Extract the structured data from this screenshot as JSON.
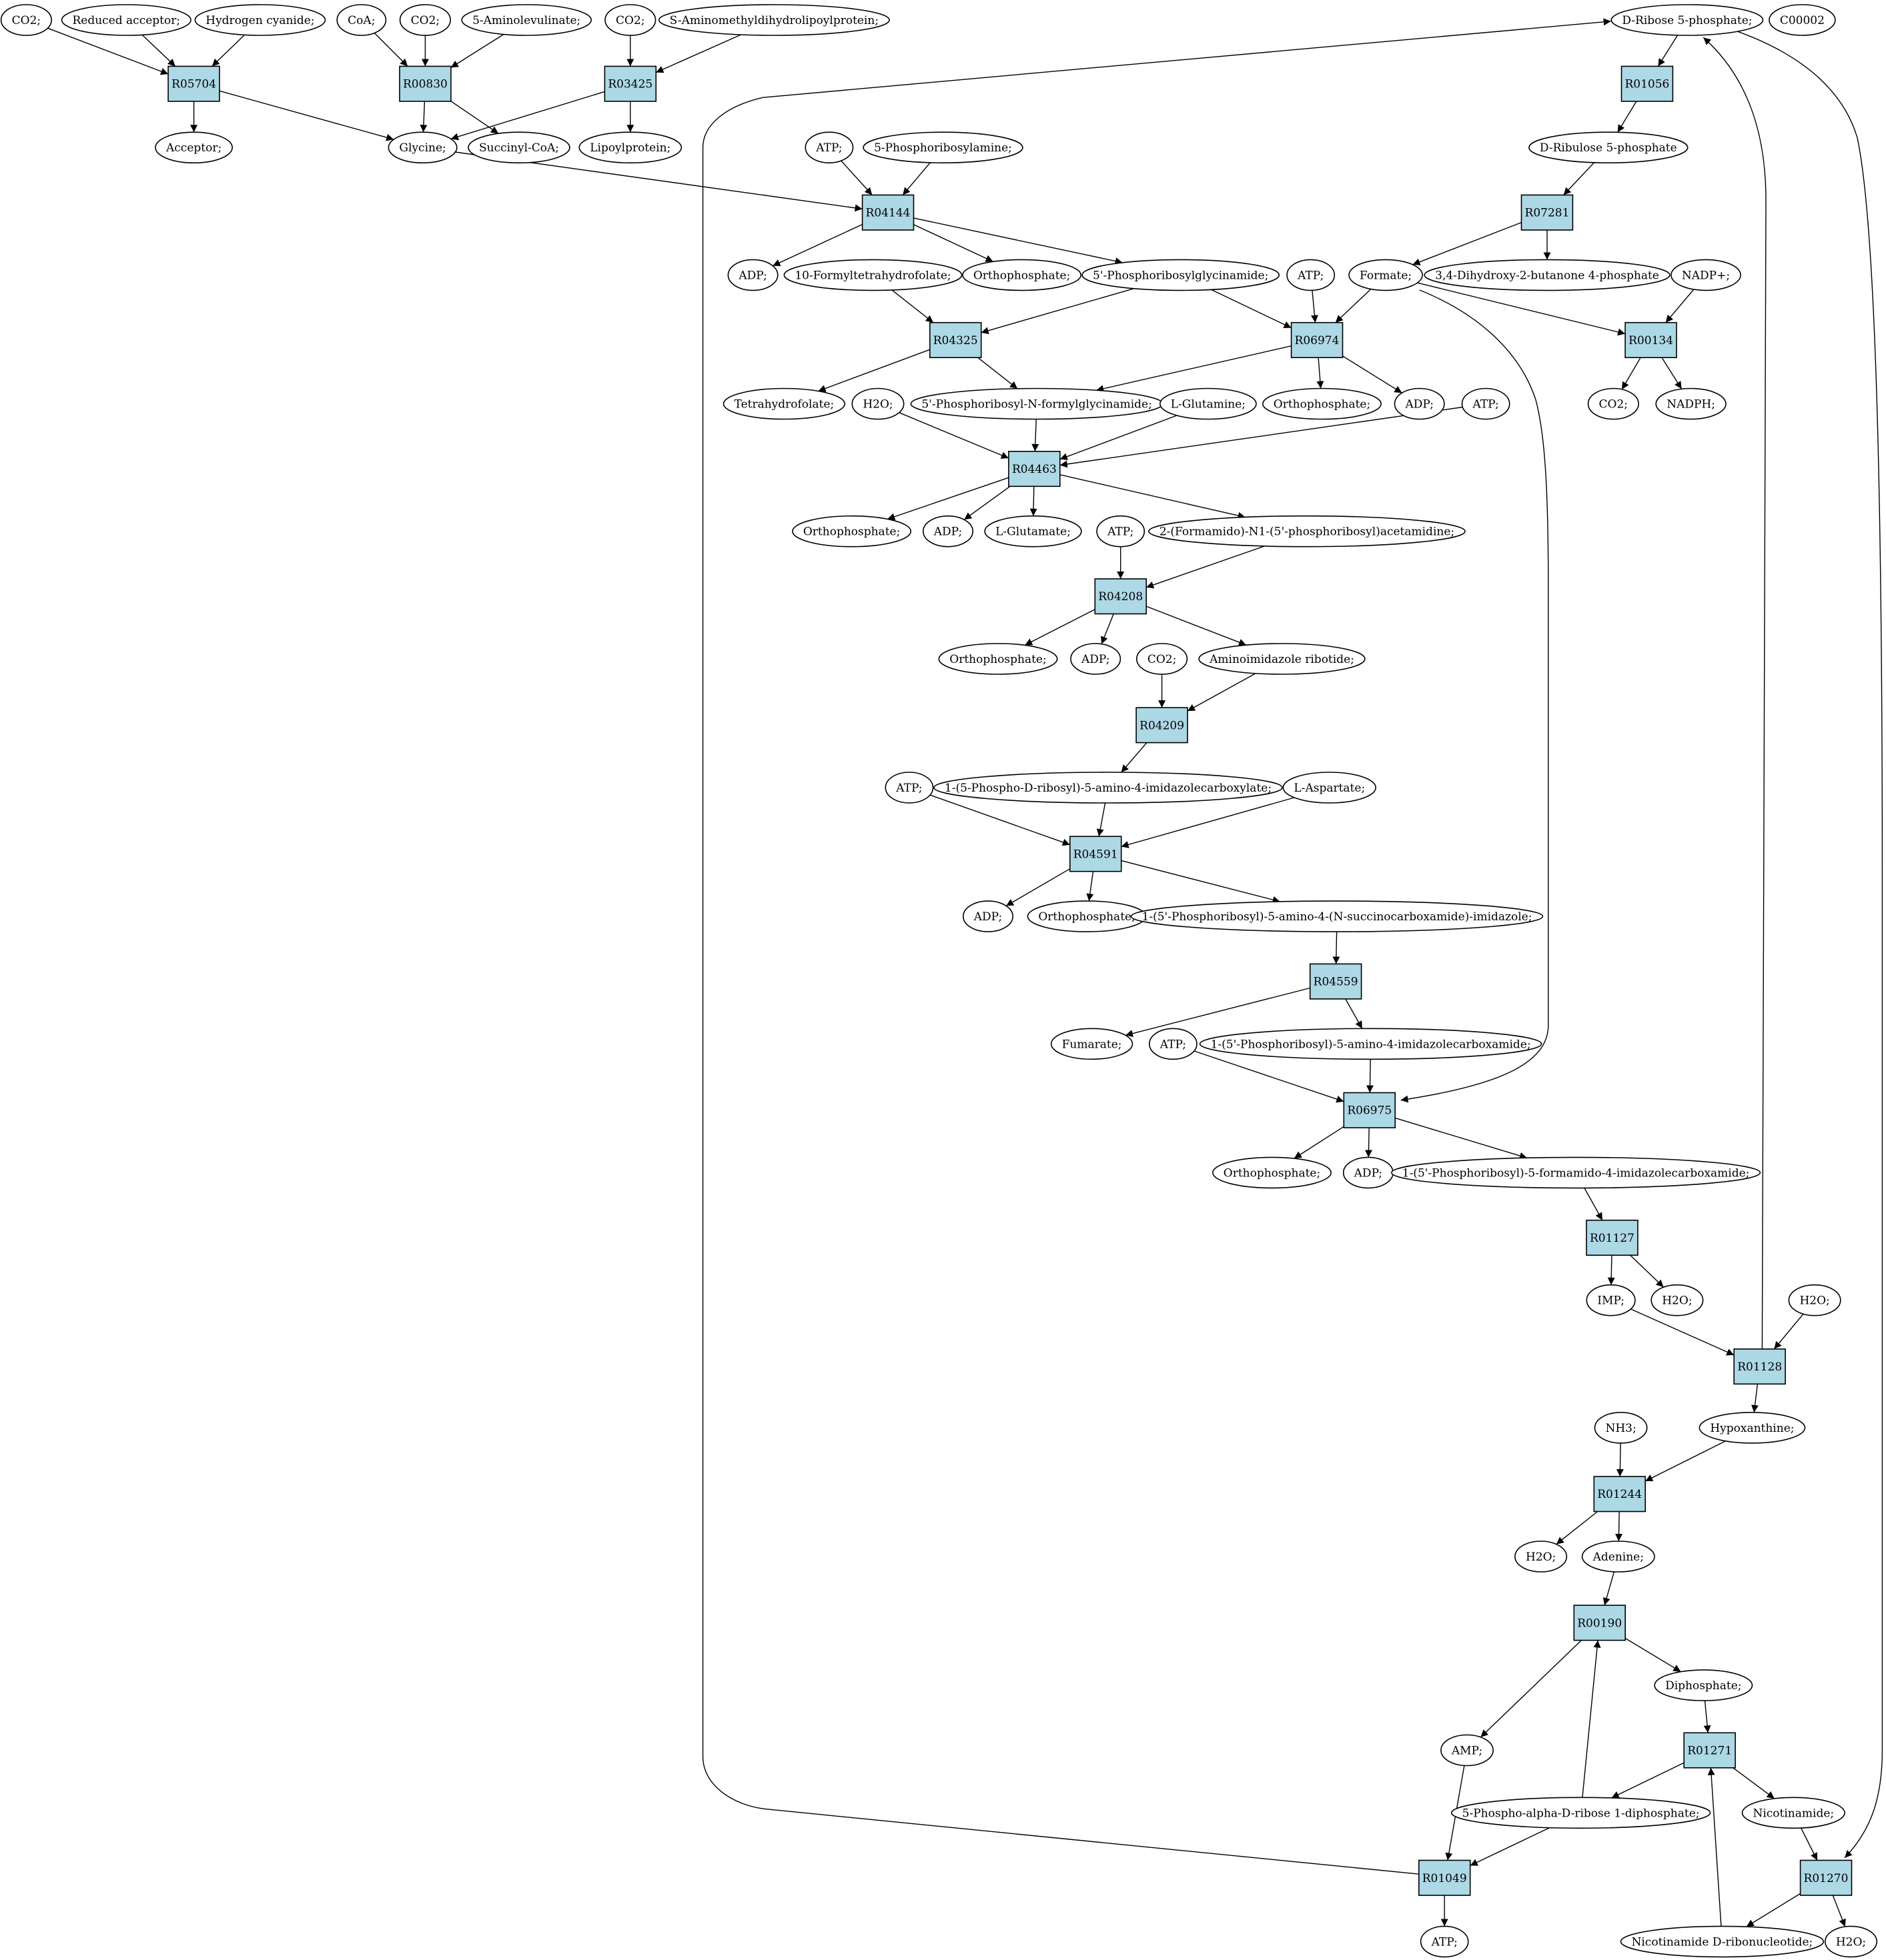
{
  "colors": {
    "background": "#ffffff",
    "reaction_fill": "#add8e6",
    "compound_fill": "#ffffff",
    "highlight_green": "#00ff00",
    "highlight_yellow": "#ffff00",
    "stroke": "#000000"
  },
  "nodes": [
    {
      "id": "R05704",
      "kind": "reaction",
      "label": "R05704"
    },
    {
      "id": "R00830",
      "kind": "reaction",
      "label": "R00830"
    },
    {
      "id": "R03425",
      "kind": "reaction",
      "label": "R03425"
    },
    {
      "id": "R01056",
      "kind": "reaction",
      "label": "R01056"
    },
    {
      "id": "R04144",
      "kind": "reaction",
      "label": "R04144"
    },
    {
      "id": "R07281",
      "kind": "reaction",
      "label": "R07281"
    },
    {
      "id": "R04325",
      "kind": "reaction",
      "label": "R04325"
    },
    {
      "id": "R06974",
      "kind": "reaction",
      "label": "R06974"
    },
    {
      "id": "R00134",
      "kind": "reaction",
      "label": "R00134"
    },
    {
      "id": "R04463",
      "kind": "reaction",
      "label": "R04463"
    },
    {
      "id": "R04208",
      "kind": "reaction",
      "label": "R04208"
    },
    {
      "id": "R04209",
      "kind": "reaction",
      "label": "R04209"
    },
    {
      "id": "R04591",
      "kind": "reaction",
      "label": "R04591"
    },
    {
      "id": "R04559",
      "kind": "reaction",
      "label": "R04559"
    },
    {
      "id": "R06975",
      "kind": "reaction",
      "label": "R06975"
    },
    {
      "id": "R01127",
      "kind": "reaction",
      "label": "R01127"
    },
    {
      "id": "R01128",
      "kind": "reaction",
      "label": "R01128"
    },
    {
      "id": "R01244",
      "kind": "reaction",
      "label": "R01244"
    },
    {
      "id": "R00190",
      "kind": "reaction",
      "label": "R00190"
    },
    {
      "id": "R01271",
      "kind": "reaction",
      "label": "R01271"
    },
    {
      "id": "R01049",
      "kind": "reaction",
      "label": "R01049"
    },
    {
      "id": "R01270",
      "kind": "reaction",
      "label": "R01270"
    },
    {
      "id": "c_co2_a",
      "kind": "compound",
      "label": "CO2;"
    },
    {
      "id": "c_redacc",
      "kind": "compound",
      "label": "Reduced acceptor;"
    },
    {
      "id": "c_hcn",
      "kind": "compound",
      "label": "Hydrogen cyanide;"
    },
    {
      "id": "c_coa",
      "kind": "compound",
      "label": "CoA;"
    },
    {
      "id": "c_co2_b",
      "kind": "compound",
      "label": "CO2;"
    },
    {
      "id": "c_ala",
      "kind": "compound",
      "label": "5-Aminolevulinate;"
    },
    {
      "id": "c_co2_c",
      "kind": "compound",
      "label": "CO2;"
    },
    {
      "id": "c_samdlp",
      "kind": "compound",
      "label": "S-Aminomethyldihydrolipoylprotein;"
    },
    {
      "id": "c_dr5p",
      "kind": "compound",
      "label": "D-Ribose 5-phosphate;",
      "fill": "highlight_green"
    },
    {
      "id": "c_c00002",
      "kind": "compound",
      "label": "C00002",
      "fill": "highlight_yellow"
    },
    {
      "id": "c_acceptor",
      "kind": "compound",
      "label": "Acceptor;"
    },
    {
      "id": "c_glycine",
      "kind": "compound",
      "label": "Glycine;"
    },
    {
      "id": "c_succoa",
      "kind": "compound",
      "label": "Succinyl-CoA;"
    },
    {
      "id": "c_lipoprot",
      "kind": "compound",
      "label": "Lipoylprotein;"
    },
    {
      "id": "c_atp_1",
      "kind": "compound",
      "label": "ATP;"
    },
    {
      "id": "c_5pra",
      "kind": "compound",
      "label": "5-Phosphoribosylamine;"
    },
    {
      "id": "c_dru5p",
      "kind": "compound",
      "label": "D-Ribulose 5-phosphate"
    },
    {
      "id": "c_adp_1",
      "kind": "compound",
      "label": "ADP;"
    },
    {
      "id": "c_10fthf",
      "kind": "compound",
      "label": "10-Formyltetrahydrofolate;"
    },
    {
      "id": "c_pi_1",
      "kind": "compound",
      "label": "Orthophosphate;"
    },
    {
      "id": "c_gar",
      "kind": "compound",
      "label": "5'-Phosphoribosylglycinamide;"
    },
    {
      "id": "c_atp_2",
      "kind": "compound",
      "label": "ATP;"
    },
    {
      "id": "c_formate",
      "kind": "compound",
      "label": "Formate;"
    },
    {
      "id": "c_dhbp",
      "kind": "compound",
      "label": "3,4-Dihydroxy-2-butanone 4-phosphate"
    },
    {
      "id": "c_nadp",
      "kind": "compound",
      "label": "NADP+;"
    },
    {
      "id": "c_thf",
      "kind": "compound",
      "label": "Tetrahydrofolate;"
    },
    {
      "id": "c_h2o_1",
      "kind": "compound",
      "label": "H2O;"
    },
    {
      "id": "c_fgar",
      "kind": "compound",
      "label": "5'-Phosphoribosyl-N-formylglycinamide;"
    },
    {
      "id": "c_gln",
      "kind": "compound",
      "label": "L-Glutamine;"
    },
    {
      "id": "c_pi_2",
      "kind": "compound",
      "label": "Orthophosphate;"
    },
    {
      "id": "c_adp_2",
      "kind": "compound",
      "label": "ADP;"
    },
    {
      "id": "c_atp_3",
      "kind": "compound",
      "label": "ATP;"
    },
    {
      "id": "c_co2_d",
      "kind": "compound",
      "label": "CO2;"
    },
    {
      "id": "c_nadph",
      "kind": "compound",
      "label": "NADPH;"
    },
    {
      "id": "c_pi_3",
      "kind": "compound",
      "label": "Orthophosphate;"
    },
    {
      "id": "c_adp_3",
      "kind": "compound",
      "label": "ADP;"
    },
    {
      "id": "c_glu",
      "kind": "compound",
      "label": "L-Glutamate;"
    },
    {
      "id": "c_atp_4",
      "kind": "compound",
      "label": "ATP;"
    },
    {
      "id": "c_fgam",
      "kind": "compound",
      "label": "2-(Formamido)-N1-(5'-phosphoribosyl)acetamidine;"
    },
    {
      "id": "c_pi_4",
      "kind": "compound",
      "label": "Orthophosphate;"
    },
    {
      "id": "c_adp_4",
      "kind": "compound",
      "label": "ADP;"
    },
    {
      "id": "c_co2_e",
      "kind": "compound",
      "label": "CO2;"
    },
    {
      "id": "c_air",
      "kind": "compound",
      "label": "Aminoimidazole ribotide;"
    },
    {
      "id": "c_atp_5",
      "kind": "compound",
      "label": "ATP;"
    },
    {
      "id": "c_cair",
      "kind": "compound",
      "label": "1-(5-Phospho-D-ribosyl)-5-amino-4-imidazolecarboxylate;"
    },
    {
      "id": "c_asp",
      "kind": "compound",
      "label": "L-Aspartate;"
    },
    {
      "id": "c_adp_5",
      "kind": "compound",
      "label": "ADP;"
    },
    {
      "id": "c_pi_5",
      "kind": "compound",
      "label": "Orthophosphate;"
    },
    {
      "id": "c_saicar",
      "kind": "compound",
      "label": "1-(5'-Phosphoribosyl)-5-amino-4-(N-succinocarboxamide)-imidazole;"
    },
    {
      "id": "c_fum",
      "kind": "compound",
      "label": "Fumarate;"
    },
    {
      "id": "c_atp_6",
      "kind": "compound",
      "label": "ATP;"
    },
    {
      "id": "c_aicar",
      "kind": "compound",
      "label": "1-(5'-Phosphoribosyl)-5-amino-4-imidazolecarboxamide;"
    },
    {
      "id": "c_pi_6",
      "kind": "compound",
      "label": "Orthophosphate;"
    },
    {
      "id": "c_adp_6",
      "kind": "compound",
      "label": "ADP;"
    },
    {
      "id": "c_faicar",
      "kind": "compound",
      "label": "1-(5'-Phosphoribosyl)-5-formamido-4-imidazolecarboxamide;"
    },
    {
      "id": "c_imp",
      "kind": "compound",
      "label": "IMP;"
    },
    {
      "id": "c_h2o_2",
      "kind": "compound",
      "label": "H2O;"
    },
    {
      "id": "c_h2o_3",
      "kind": "compound",
      "label": "H2O;"
    },
    {
      "id": "c_nh3",
      "kind": "compound",
      "label": "NH3;"
    },
    {
      "id": "c_hypox",
      "kind": "compound",
      "label": "Hypoxanthine;"
    },
    {
      "id": "c_h2o_4",
      "kind": "compound",
      "label": "H2O;"
    },
    {
      "id": "c_adenine",
      "kind": "compound",
      "label": "Adenine;"
    },
    {
      "id": "c_ppi",
      "kind": "compound",
      "label": "Diphosphate;"
    },
    {
      "id": "c_amp",
      "kind": "compound",
      "label": "AMP;"
    },
    {
      "id": "c_prpp",
      "kind": "compound",
      "label": "5-Phospho-alpha-D-ribose 1-diphosphate;"
    },
    {
      "id": "c_nicam",
      "kind": "compound",
      "label": "Nicotinamide;"
    },
    {
      "id": "c_atp_7",
      "kind": "compound",
      "label": "ATP;"
    },
    {
      "id": "c_nmn",
      "kind": "compound",
      "label": "Nicotinamide D-ribonucleotide;"
    },
    {
      "id": "c_h2o_5",
      "kind": "compound",
      "label": "H2O;"
    }
  ],
  "edges": [
    [
      "c_co2_a",
      "R05704"
    ],
    [
      "c_redacc",
      "R05704"
    ],
    [
      "c_hcn",
      "R05704"
    ],
    [
      "R05704",
      "c_acceptor"
    ],
    [
      "R05704",
      "c_glycine"
    ],
    [
      "c_coa",
      "R00830"
    ],
    [
      "c_co2_b",
      "R00830"
    ],
    [
      "c_ala",
      "R00830"
    ],
    [
      "R00830",
      "c_glycine"
    ],
    [
      "R00830",
      "c_succoa"
    ],
    [
      "c_co2_c",
      "R03425"
    ],
    [
      "c_samdlp",
      "R03425"
    ],
    [
      "R03425",
      "c_glycine"
    ],
    [
      "R03425",
      "c_lipoprot"
    ],
    [
      "c_dr5p",
      "R01056"
    ],
    [
      "R01056",
      "c_dru5p"
    ],
    [
      "c_dru5p",
      "R07281"
    ],
    [
      "R07281",
      "c_formate"
    ],
    [
      "R07281",
      "c_dhbp"
    ],
    [
      "c_glycine",
      "R04144"
    ],
    [
      "c_atp_1",
      "R04144"
    ],
    [
      "c_5pra",
      "R04144"
    ],
    [
      "R04144",
      "c_adp_1"
    ],
    [
      "R04144",
      "c_pi_1"
    ],
    [
      "R04144",
      "c_gar"
    ],
    [
      "c_10fthf",
      "R04325"
    ],
    [
      "c_gar",
      "R04325"
    ],
    [
      "R04325",
      "c_thf"
    ],
    [
      "R04325",
      "c_fgar"
    ],
    [
      "c_gar",
      "R06974"
    ],
    [
      "c_atp_2",
      "R06974"
    ],
    [
      "c_formate",
      "R06974"
    ],
    [
      "R06974",
      "c_fgar"
    ],
    [
      "R06974",
      "c_pi_2"
    ],
    [
      "R06974",
      "c_adp_2"
    ],
    [
      "c_formate",
      "R00134"
    ],
    [
      "c_nadp",
      "R00134"
    ],
    [
      "R00134",
      "c_co2_d"
    ],
    [
      "R00134",
      "c_nadph"
    ],
    [
      "c_h2o_1",
      "R04463"
    ],
    [
      "c_fgar",
      "R04463"
    ],
    [
      "c_gln",
      "R04463"
    ],
    [
      "c_atp_3",
      "R04463"
    ],
    [
      "R04463",
      "c_pi_3"
    ],
    [
      "R04463",
      "c_adp_3"
    ],
    [
      "R04463",
      "c_glu"
    ],
    [
      "R04463",
      "c_fgam"
    ],
    [
      "c_atp_4",
      "R04208"
    ],
    [
      "c_fgam",
      "R04208"
    ],
    [
      "R04208",
      "c_pi_4"
    ],
    [
      "R04208",
      "c_adp_4"
    ],
    [
      "R04208",
      "c_air"
    ],
    [
      "c_co2_e",
      "R04209"
    ],
    [
      "c_air",
      "R04209"
    ],
    [
      "R04209",
      "c_cair"
    ],
    [
      "c_atp_5",
      "R04591"
    ],
    [
      "c_cair",
      "R04591"
    ],
    [
      "c_asp",
      "R04591"
    ],
    [
      "R04591",
      "c_adp_5"
    ],
    [
      "R04591",
      "c_pi_5"
    ],
    [
      "R04591",
      "c_saicar"
    ],
    [
      "c_saicar",
      "R04559"
    ],
    [
      "R04559",
      "c_fum"
    ],
    [
      "R04559",
      "c_aicar"
    ],
    [
      "c_atp_6",
      "R06975"
    ],
    [
      "c_aicar",
      "R06975"
    ],
    [
      "c_formate",
      "R06975"
    ],
    [
      "R06975",
      "c_pi_6"
    ],
    [
      "R06975",
      "c_adp_6"
    ],
    [
      "R06975",
      "c_faicar"
    ],
    [
      "c_faicar",
      "R01127"
    ],
    [
      "R01127",
      "c_imp"
    ],
    [
      "R01127",
      "c_h2o_2"
    ],
    [
      "c_imp",
      "R01128"
    ],
    [
      "c_h2o_3",
      "R01128"
    ],
    [
      "R01128",
      "c_dr5p"
    ],
    [
      "R01128",
      "c_hypox"
    ],
    [
      "c_nh3",
      "R01244"
    ],
    [
      "c_hypox",
      "R01244"
    ],
    [
      "R01244",
      "c_h2o_4"
    ],
    [
      "R01244",
      "c_adenine"
    ],
    [
      "c_adenine",
      "R00190"
    ],
    [
      "c_prpp",
      "R00190"
    ],
    [
      "R00190",
      "c_amp"
    ],
    [
      "R00190",
      "c_ppi"
    ],
    [
      "c_ppi",
      "R01271"
    ],
    [
      "c_nmn",
      "R01271"
    ],
    [
      "R01271",
      "c_prpp"
    ],
    [
      "R01271",
      "c_nicam"
    ],
    [
      "c_amp",
      "R01049"
    ],
    [
      "c_prpp",
      "R01049"
    ],
    [
      "R01049",
      "c_dr5p"
    ],
    [
      "R01049",
      "c_atp_7"
    ],
    [
      "c_dr5p",
      "R01270"
    ],
    [
      "c_nicam",
      "R01270"
    ],
    [
      "R01270",
      "c_nmn"
    ],
    [
      "R01270",
      "c_h2o_5"
    ]
  ]
}
